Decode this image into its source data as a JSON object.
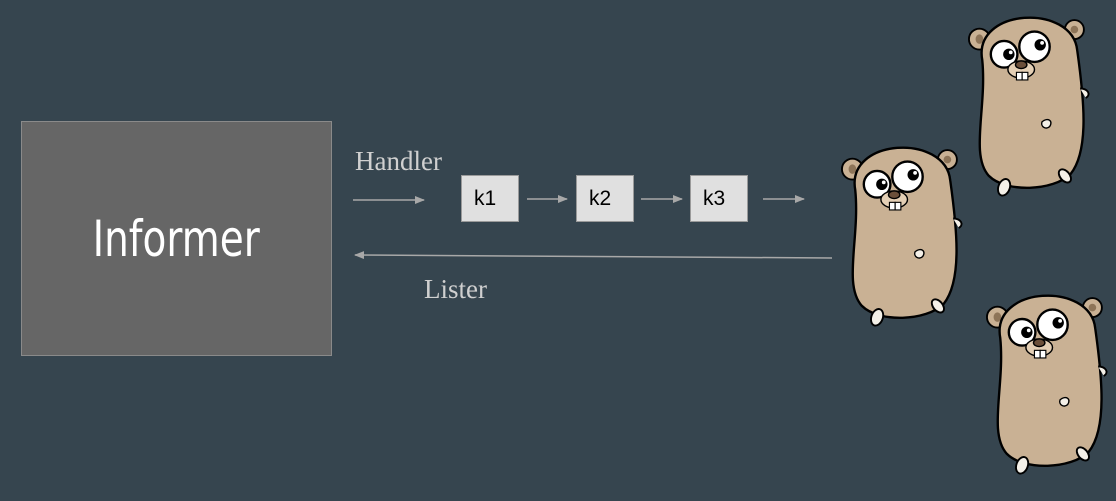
{
  "informer": {
    "label": "Informer"
  },
  "arrows": {
    "handler_label": "Handler",
    "lister_label": "Lister"
  },
  "queue": {
    "items": [
      "k1",
      "k2",
      "k3"
    ]
  },
  "colors": {
    "background": "#36454f",
    "informer_box": "#666666",
    "queue_item": "#e0e0e0",
    "arrow": "#a8a8a8",
    "gopher_body": "#c9b194",
    "gopher_outline": "#000000"
  },
  "workers": {
    "count": 3,
    "icon": "go-gopher-icon"
  }
}
